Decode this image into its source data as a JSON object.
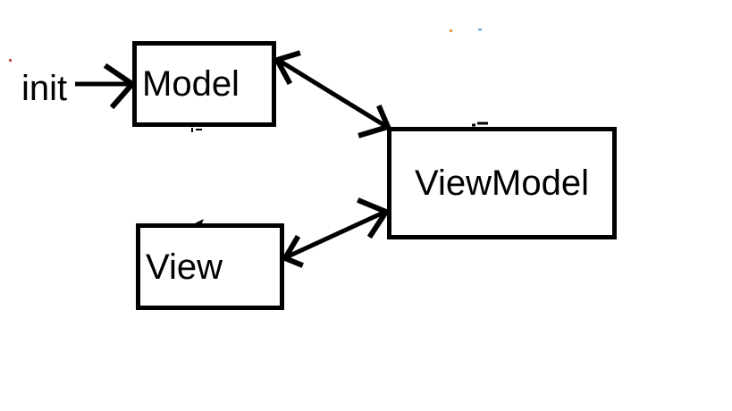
{
  "diagram": {
    "type": "flow-diagram",
    "background_color": "#ffffff",
    "stroke_color": "#000000",
    "text_color": "#000000",
    "annotations": {
      "init_label": "init"
    },
    "nodes": [
      {
        "id": "model",
        "label": "Model"
      },
      {
        "id": "viewmodel",
        "label": "ViewModel"
      },
      {
        "id": "view",
        "label": "View"
      }
    ],
    "edges": [
      {
        "from": "init",
        "to": "model",
        "arrows": "one-way"
      },
      {
        "from": "model",
        "to": "viewmodel",
        "arrows": "two-way"
      },
      {
        "from": "view",
        "to": "viewmodel",
        "arrows": "two-way"
      }
    ]
  }
}
